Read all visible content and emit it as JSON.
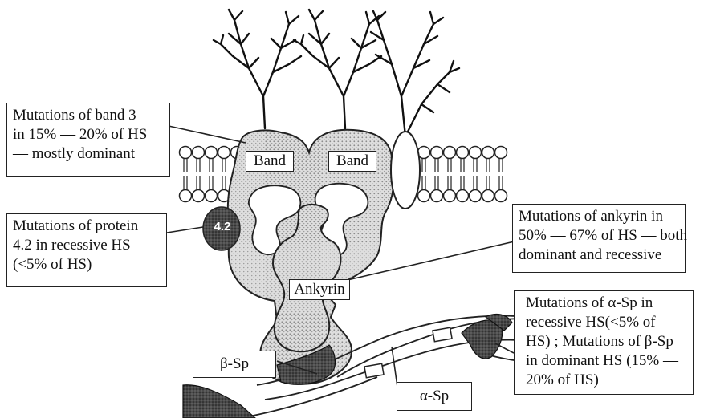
{
  "labels": {
    "band_left": "Band",
    "band_right": "Band",
    "protein42": "4.2",
    "ankyrin": "Ankyrin",
    "beta_sp": "β-Sp",
    "alpha_sp": "α-Sp"
  },
  "callouts": {
    "band3": [
      "Mutations of band 3",
      "in 15% — 20% of HS",
      "— mostly dominant"
    ],
    "protein42": [
      "Mutations of protein",
      "4.2 in recessive HS",
      "(<5% of HS)"
    ],
    "ankyrin": [
      "Mutations of ankyrin in",
      "50% — 67% of HS — both",
      "dominant and recessive"
    ],
    "spectrin": [
      "Mutations of α-Sp in",
      "recessive HS(<5% of",
      "HS) ; Mutations of β-Sp",
      "in dominant HS (15% —",
      "20% of HS)"
    ]
  },
  "colors": {
    "stipple": "#c9c9c9",
    "dark": "#3a3a3a",
    "line": "#222222"
  }
}
